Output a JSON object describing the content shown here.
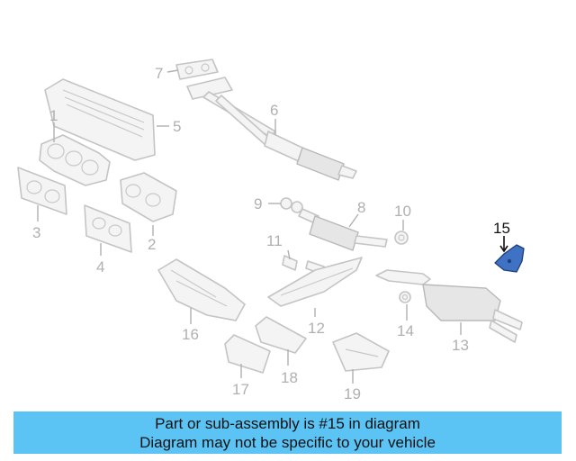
{
  "callouts": {
    "c1": "1",
    "c2": "2",
    "c3": "3",
    "c4": "4",
    "c5": "5",
    "c6": "6",
    "c7": "7",
    "c8": "8",
    "c9": "9",
    "c10": "10",
    "c11": "11",
    "c12": "12",
    "c13": "13",
    "c14": "14",
    "c15": "15",
    "c16": "16",
    "c17": "17",
    "c18": "18",
    "c19": "19"
  },
  "highlighted_callout": "15",
  "colors": {
    "highlight_part": "#3f72c4",
    "banner_background": "#5bc4f4",
    "callout_muted": "#b0b0b0"
  },
  "banner": {
    "line1": "Part or sub-assembly is #15 in diagram",
    "line2": "Diagram may not be specific to your vehicle"
  }
}
